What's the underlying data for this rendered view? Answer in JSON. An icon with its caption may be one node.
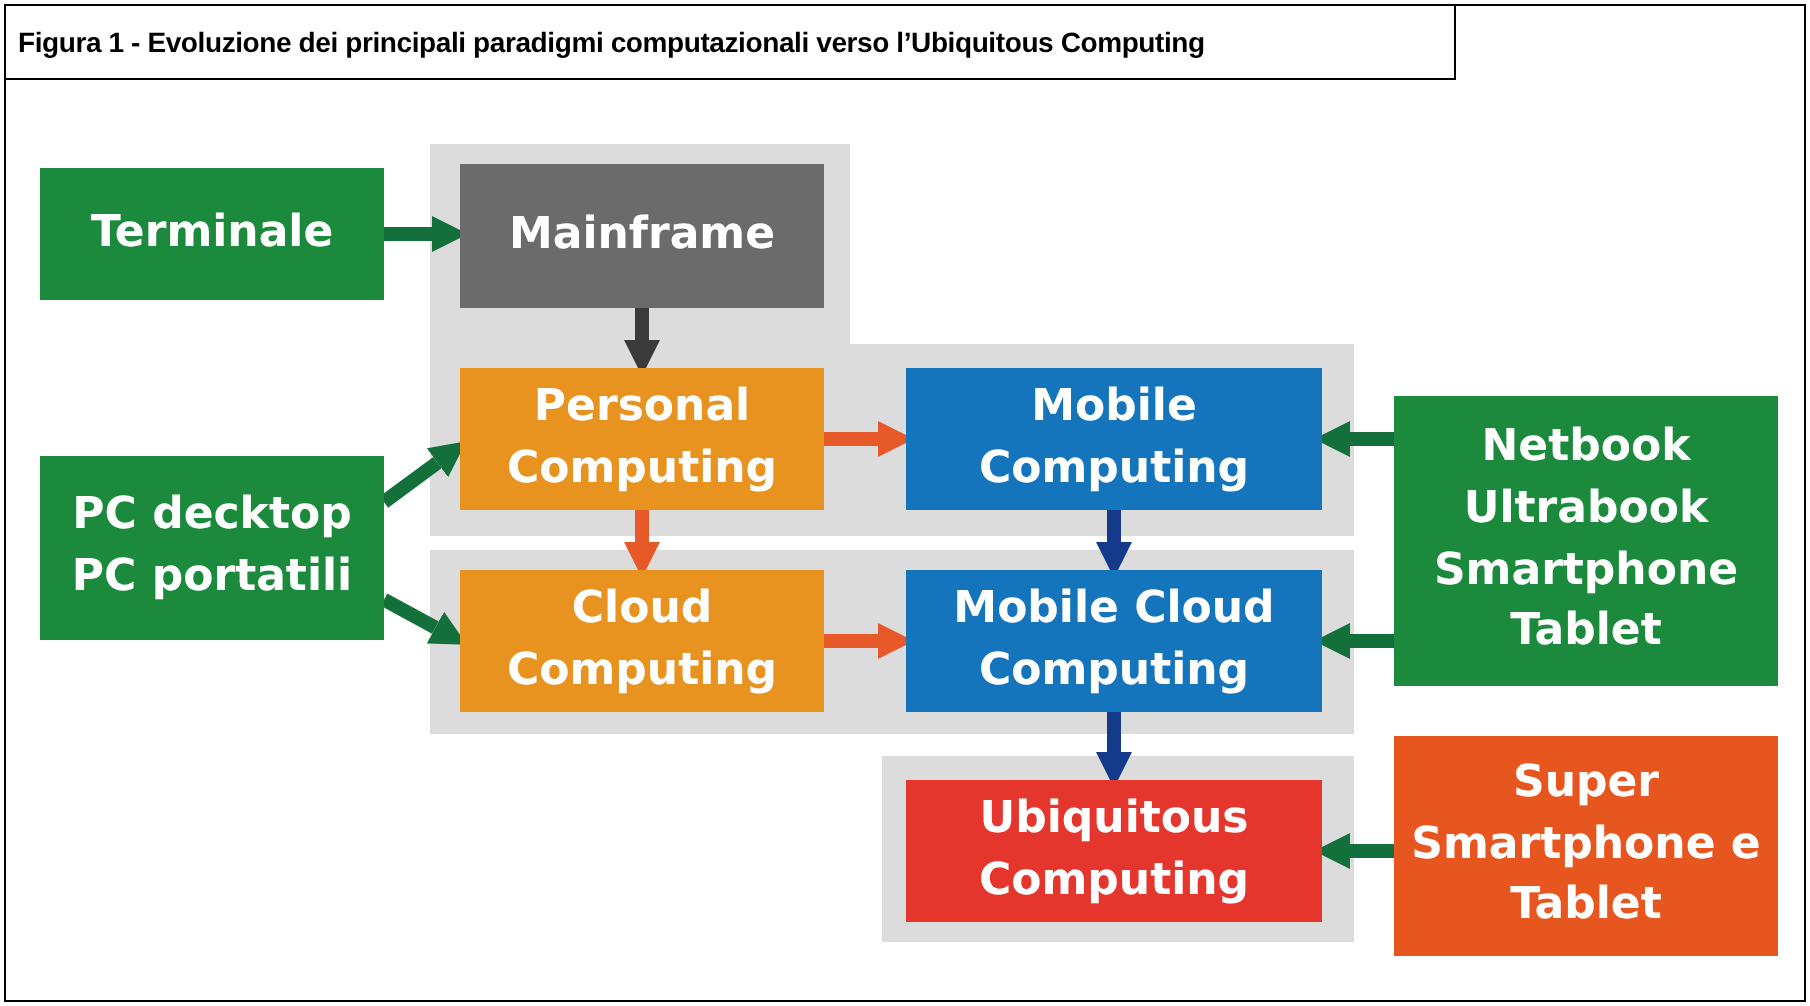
{
  "diagram": {
    "title": "Figura 1 - Evoluzione dei principali paradigmi computazionali verso l’Ubiquitous Computing",
    "nodes": [
      {
        "text": [
          "Terminale"
        ]
      },
      {
        "text": [
          "Mainframe"
        ]
      },
      {
        "text": [
          "Personal Computing"
        ]
      },
      {
        "text": [
          "Mobile Computing"
        ]
      },
      {
        "text": [
          "PC decktop PC portatili"
        ]
      },
      {
        "text": [
          "Netbook Ultrabook Smartphone Tablet"
        ]
      },
      {
        "text": [
          "Cloud Computing"
        ]
      },
      {
        "text": [
          "Mobile Cloud Computing"
        ]
      },
      {
        "text": [
          "Ubiquitous Computing"
        ]
      },
      {
        "text": [
          "Super Smartphone e Tablet"
        ]
      }
    ],
    "edges": [
      {
        "from": 0,
        "to": 1,
        "arrow": "to"
      },
      {
        "from": 1,
        "to": 2,
        "arrow": "to",
        "color": "#3a3a3a"
      },
      {
        "from": 4,
        "to": 2,
        "arrow": "to"
      },
      {
        "from": 4,
        "to": 6,
        "arrow": "to"
      },
      {
        "from": 2,
        "to": 3,
        "arrow": "to",
        "color": "#e8592a"
      },
      {
        "from": 2,
        "to": 6,
        "arrow": "to",
        "color": "#e8592a"
      },
      {
        "from": 5,
        "to": 3,
        "arrow": "to"
      },
      {
        "from": 3,
        "to": 7,
        "arrow": "to",
        "color": "#143a8c"
      },
      {
        "from": 6,
        "to": 7,
        "arrow": "to",
        "color": "#e8592a"
      },
      {
        "from": 5,
        "to": 7,
        "arrow": "to"
      },
      {
        "from": 7,
        "to": 8,
        "arrow": "to",
        "color": "#143a8c"
      },
      {
        "from": 9,
        "to": 8,
        "arrow": "to"
      }
    ]
  }
}
